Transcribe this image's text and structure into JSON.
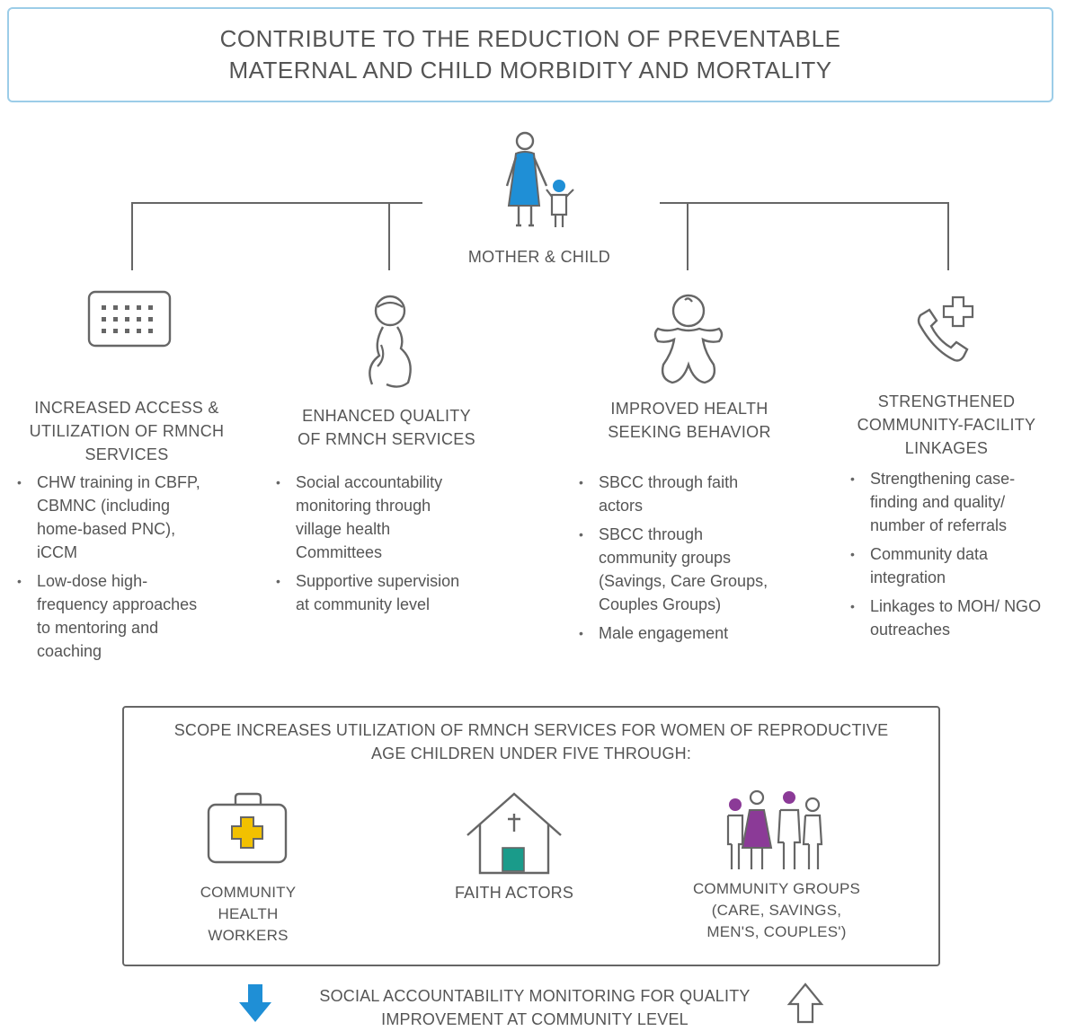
{
  "goal": {
    "line1": "CONTRIBUTE TO THE REDUCTION OF PREVENTABLE",
    "line2": "MATERNAL AND CHILD MORBIDITY AND MORTALITY"
  },
  "center": {
    "label": "MOTHER & CHILD",
    "icon": "mother-child-icon"
  },
  "columns": [
    {
      "icon": "calendar-icon",
      "title": [
        "INCREASED ACCESS &",
        "UTILIZATION OF RMNCH",
        "SERVICES"
      ],
      "bullets": [
        [
          "CHW training in CBFP,",
          "CBMNC (including",
          "home-based PNC),",
          "iCCM"
        ],
        [
          "Low-dose high-",
          "frequency approaches",
          "to mentoring and",
          "coaching"
        ]
      ]
    },
    {
      "icon": "pregnant-woman-icon",
      "title": [
        "ENHANCED QUALITY",
        "OF RMNCH SERVICES"
      ],
      "bullets": [
        [
          "Social accountability",
          "monitoring through",
          "village health",
          "Committees"
        ],
        [
          "Supportive supervision",
          "at community level"
        ]
      ]
    },
    {
      "icon": "baby-icon",
      "title": [
        "IMPROVED HEALTH",
        "SEEKING BEHAVIOR"
      ],
      "bullets": [
        [
          "SBCC through faith",
          "actors"
        ],
        [
          "SBCC through",
          "community groups",
          "(Savings, Care Groups,",
          "Couples Groups)"
        ],
        [
          "Male engagement"
        ]
      ]
    },
    {
      "icon": "phone-medical-icon",
      "title": [
        "STRENGTHENED",
        "COMMUNITY-FACILITY",
        "LINKAGES"
      ],
      "bullets": [
        [
          "Strengthening case-",
          "finding and quality/",
          "number of referrals"
        ],
        [
          "Community data",
          "integration"
        ],
        [
          "Linkages to MOH/ NGO",
          "outreaches"
        ]
      ]
    }
  ],
  "scope": {
    "title_line1": "SCOPE INCREASES UTILIZATION OF RMNCH SERVICES FOR WOMEN OF REPRODUCTIVE",
    "title_line2": "AGE  CHILDREN UNDER FIVE THROUGH:",
    "items": [
      {
        "icon": "medical-kit-icon",
        "label": [
          "COMMUNITY",
          "HEALTH",
          "WORKERS"
        ]
      },
      {
        "icon": "church-icon",
        "label": [
          "FAITH ACTORS"
        ]
      },
      {
        "icon": "people-group-icon",
        "label": [
          "COMMUNITY GROUPS",
          "(CARE, SAVINGS,",
          "MEN'S, COUPLES')"
        ]
      }
    ]
  },
  "bottom": {
    "line1": "SOCIAL ACCOUNTABILITY MONITORING FOR QUALITY",
    "line2": "IMPROVEMENT AT COMMUNITY LEVEL",
    "icons": [
      "arrow-down-icon",
      "arrow-up-icon"
    ]
  },
  "colors": {
    "accent_blue": "#1f8fd6",
    "accent_yellow": "#f2c100",
    "accent_teal": "#1a9b8a",
    "accent_purple": "#8b3a97",
    "outline": "#666666",
    "goal_border": "#9ccde8"
  }
}
